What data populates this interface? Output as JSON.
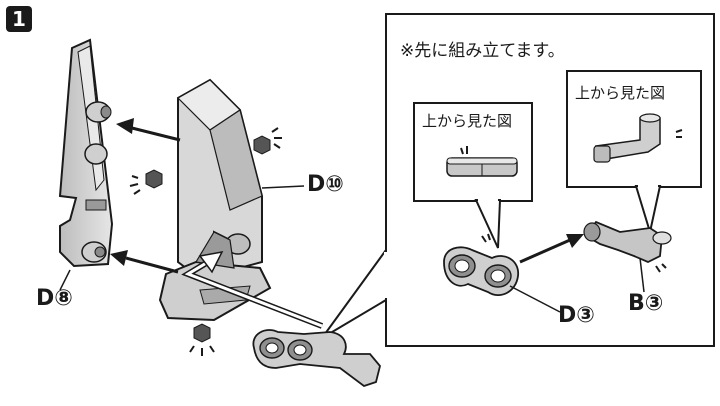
{
  "step": {
    "number": "1"
  },
  "callout": {
    "note": "※先に組み立てます。",
    "view_label_1": "上から見た図",
    "view_label_2": "上から見た図"
  },
  "parts": {
    "d10": "D⑩",
    "d8": "D⑧",
    "d3": "D③",
    "b3": "B③"
  },
  "colors": {
    "line": "#1a1a1a",
    "part_fill": "#cfcfcf",
    "part_shade": "#9a9a9a",
    "part_dark": "#6e6e6e"
  }
}
